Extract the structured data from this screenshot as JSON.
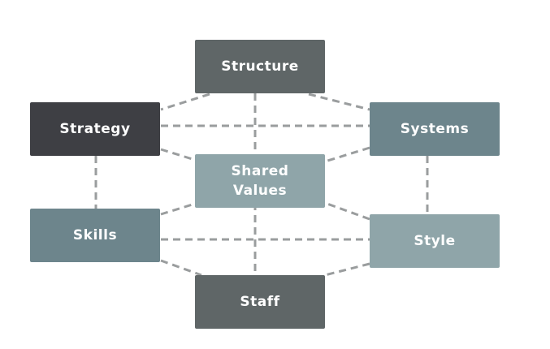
{
  "diagram": {
    "nodes": {
      "structure": {
        "label": "Structure",
        "color": "#5f6667"
      },
      "strategy": {
        "label": "Strategy",
        "color": "#3e3f44"
      },
      "systems": {
        "label": "Systems",
        "color": "#6d858c"
      },
      "shared_values": {
        "label": "Shared Values",
        "color": "#8fa5a9"
      },
      "skills": {
        "label": "Skills",
        "color": "#6d858c"
      },
      "style": {
        "label": "Style",
        "color": "#8fa5a9"
      },
      "staff": {
        "label": "Staff",
        "color": "#5f6667"
      }
    },
    "connector_color": "#9a9d9e",
    "connections": [
      [
        "structure",
        "strategy"
      ],
      [
        "structure",
        "systems"
      ],
      [
        "structure",
        "staff"
      ],
      [
        "strategy",
        "systems"
      ],
      [
        "strategy",
        "skills"
      ],
      [
        "strategy",
        "shared_values"
      ],
      [
        "systems",
        "style"
      ],
      [
        "systems",
        "shared_values"
      ],
      [
        "skills",
        "style"
      ],
      [
        "skills",
        "staff"
      ],
      [
        "skills",
        "shared_values"
      ],
      [
        "style",
        "staff"
      ],
      [
        "style",
        "shared_values"
      ]
    ]
  }
}
